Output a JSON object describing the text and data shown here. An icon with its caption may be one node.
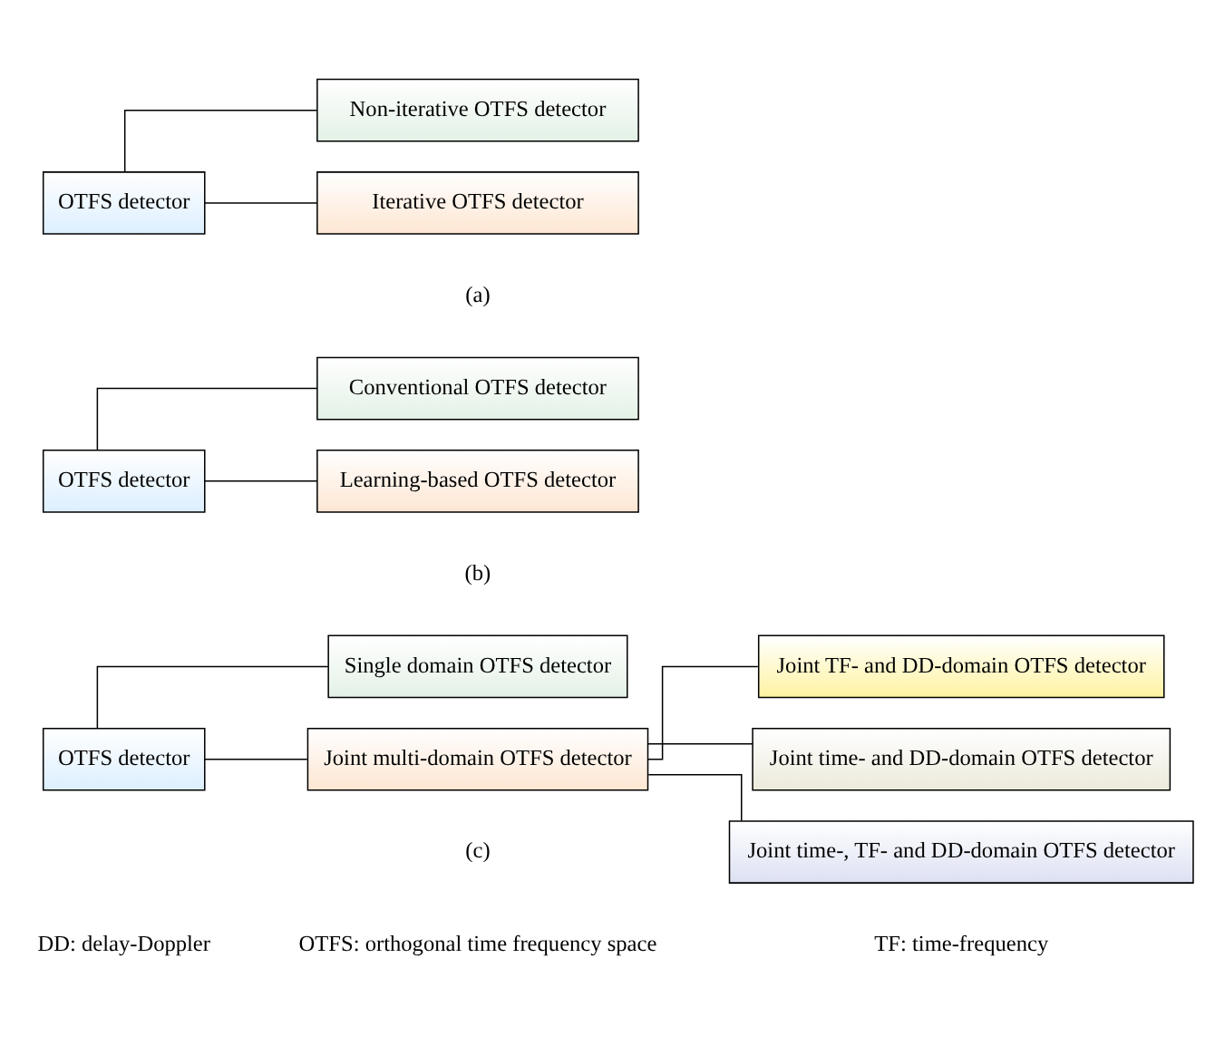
{
  "diagram": {
    "nodes": [
      {
        "text": [
          "OTFS detector"
        ]
      },
      {
        "text": [
          "Non-iterative OTFS detector"
        ]
      },
      {
        "text": [
          "Iterative OTFS detector"
        ]
      },
      {
        "text": [
          "OTFS detector"
        ]
      },
      {
        "text": [
          "Conventional OTFS detector"
        ]
      },
      {
        "text": [
          "Learning-based OTFS detector"
        ]
      },
      {
        "text": [
          "OTFS detector"
        ]
      },
      {
        "text": [
          "Single domain OTFS detector"
        ]
      },
      {
        "text": [
          "Joint multi-domain OTFS detector"
        ]
      },
      {
        "text": [
          "Joint TF- and DD-domain OTFS detector"
        ]
      },
      {
        "text": [
          "Joint time- and DD-domain OTFS detector"
        ]
      },
      {
        "text": [
          "Joint time-, TF- and DD-domain OTFS detector"
        ]
      }
    ],
    "edges": [
      {
        "from": 0,
        "to": 1,
        "arrow": "none"
      },
      {
        "from": 0,
        "to": 2,
        "arrow": "none"
      },
      {
        "from": 3,
        "to": 4,
        "arrow": "none"
      },
      {
        "from": 3,
        "to": 5,
        "arrow": "none"
      },
      {
        "from": 6,
        "to": 7,
        "arrow": "none"
      },
      {
        "from": 6,
        "to": 8,
        "arrow": "none"
      },
      {
        "from": 8,
        "to": 9,
        "arrow": "none"
      },
      {
        "from": 8,
        "to": 10,
        "arrow": "none"
      },
      {
        "from": 8,
        "to": 11,
        "arrow": "none"
      }
    ],
    "labels": [
      "(a)",
      "(b)",
      "(c)",
      "DD: delay-Doppler",
      "OTFS: orthogonal time frequency space",
      "TF: time-frequency"
    ]
  }
}
